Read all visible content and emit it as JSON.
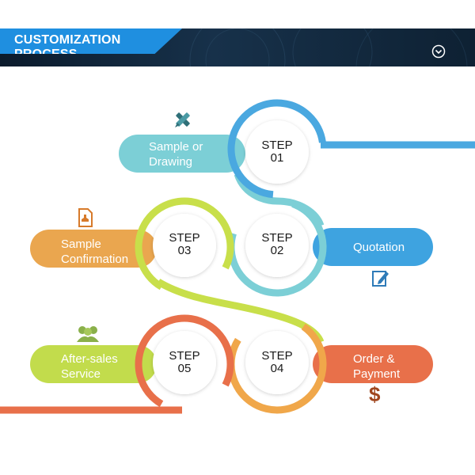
{
  "header": {
    "title": "CUSTOMIZATION PROCESS"
  },
  "steps": [
    {
      "step": "STEP",
      "num": "01",
      "label": "Sample or\nDrawing",
      "color": "#4aa8e0",
      "pill_color": "#7ccfd6",
      "icon": "pencil-ruler-icon"
    },
    {
      "step": "STEP",
      "num": "02",
      "label": "Quotation",
      "color": "#7ccfd6",
      "pill_color": "#3ea3e0",
      "icon": "edit-document-icon"
    },
    {
      "step": "STEP",
      "num": "03",
      "label": "Sample\nConfirmation",
      "color": "#c8df4a",
      "pill_color": "#eaa64f",
      "icon": "stamp-document-icon"
    },
    {
      "step": "STEP",
      "num": "04",
      "label": "Order &\nPayment",
      "color": "#f0a74a",
      "pill_color": "#e8704a",
      "icon": "dollar-icon"
    },
    {
      "step": "STEP",
      "num": "05",
      "label": "After-sales\nService",
      "color": "#e8704a",
      "pill_color": "#c2dc4c",
      "icon": "people-icon"
    }
  ],
  "icons": {
    "banner": "chevron-down-circle-icon",
    "dollar_symbol": "$"
  }
}
